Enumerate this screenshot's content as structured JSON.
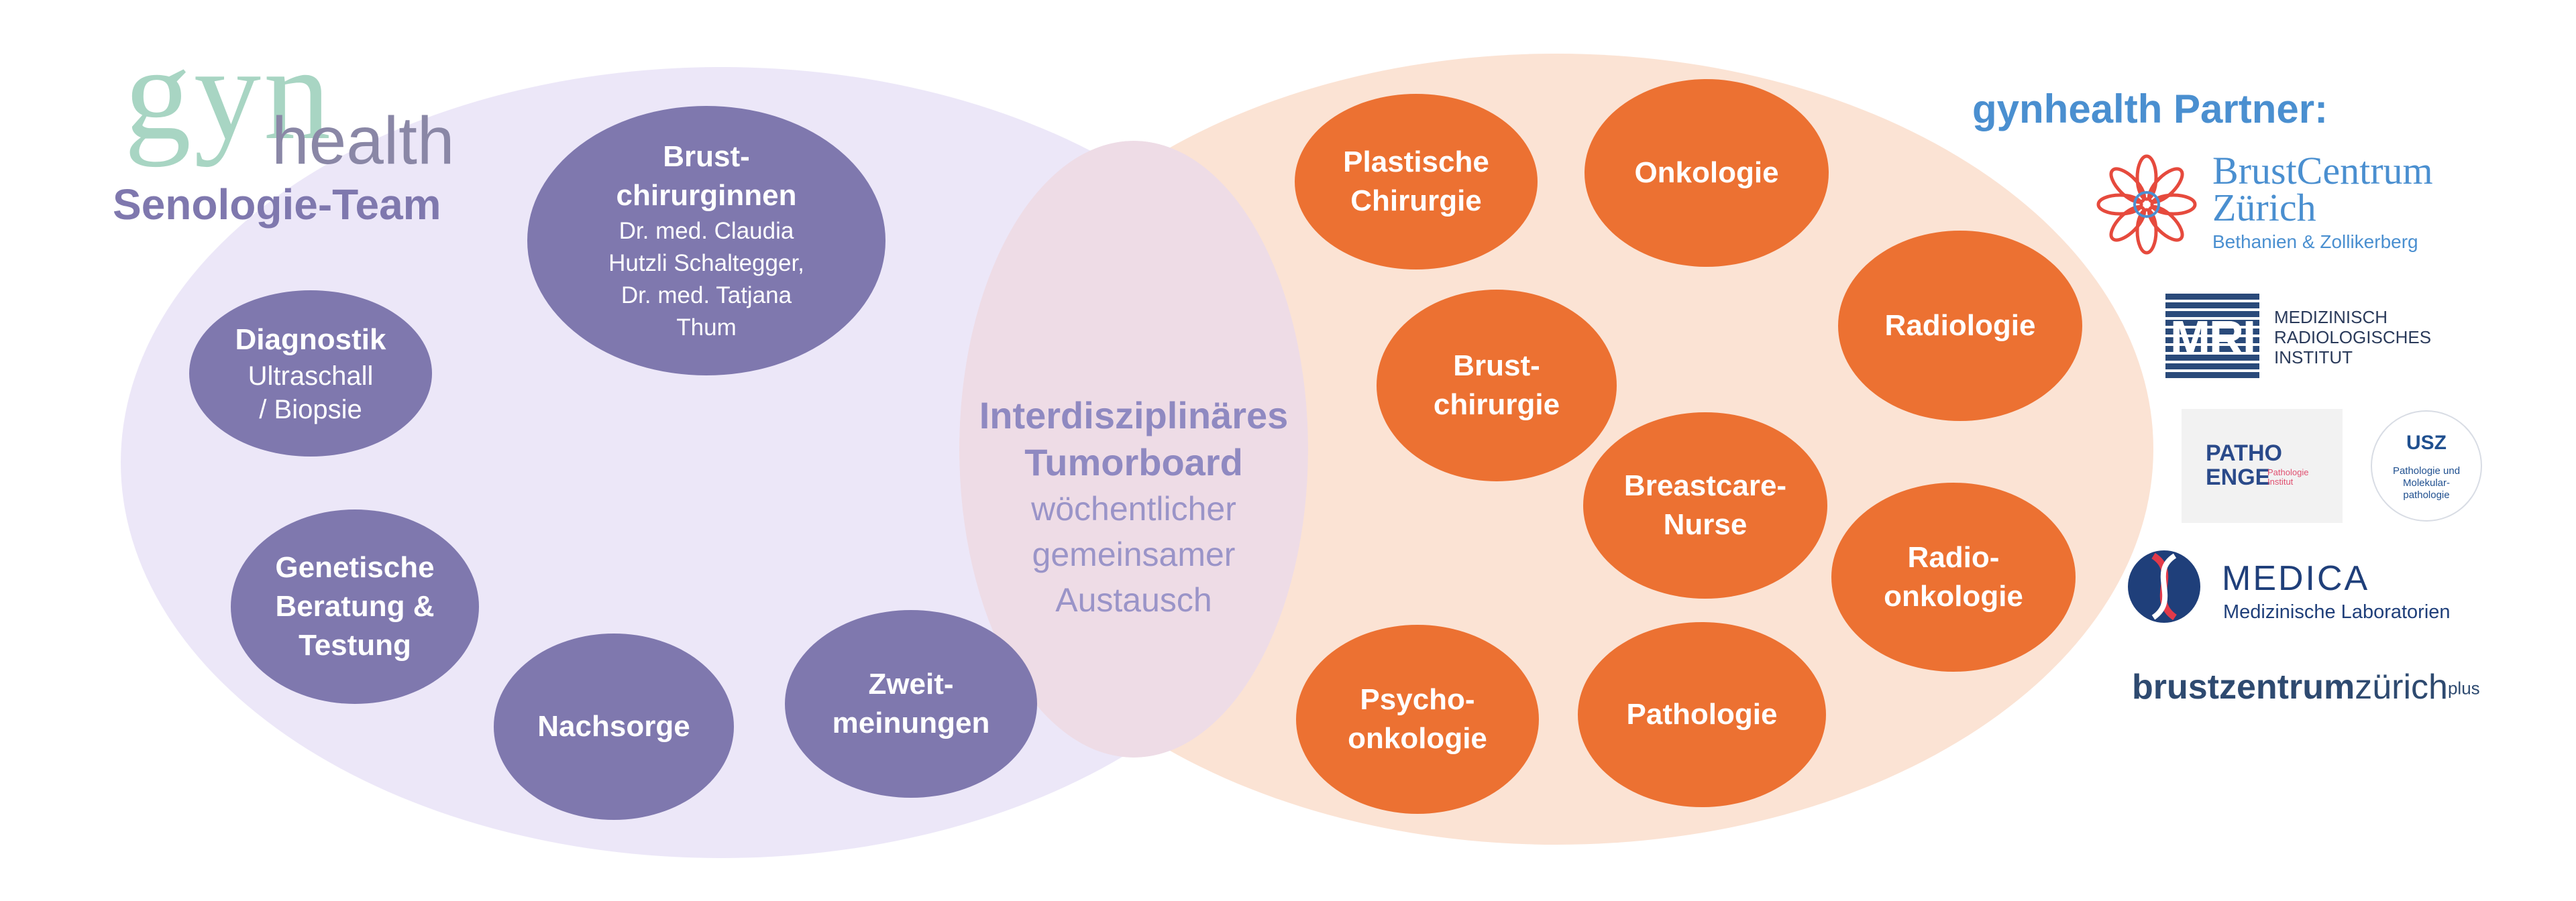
{
  "logo": {
    "gyn": "gyn",
    "health": "health",
    "team": "Senologie-Team"
  },
  "center": {
    "heading_line1": "Interdisziplinäres",
    "heading_line2": "Tumorboard",
    "sub_line1": "wöchentlicher",
    "sub_line2": "gemeinsamer",
    "sub_line3": "Austausch"
  },
  "left_nodes": {
    "brustchirurginnen": {
      "line1": "Brust-",
      "line2": "chirurginnen",
      "sub1": "Dr. med. Claudia",
      "sub2": "Hutzli Schaltegger,",
      "sub3": "Dr. med. Tatjana",
      "sub4": "Thum"
    },
    "diagnostik": {
      "line1": "Diagnostik",
      "sub1": "Ultraschall",
      "sub2": "/ Biopsie"
    },
    "genetische": {
      "line1": "Genetische",
      "line2": "Beratung &",
      "line3": "Testung"
    },
    "nachsorge": {
      "line1": "Nachsorge"
    },
    "zweitmeinungen": {
      "line1": "Zweit-",
      "line2": "meinungen"
    }
  },
  "right_nodes": {
    "plastische": {
      "line1": "Plastische",
      "line2": "Chirurgie"
    },
    "onkologie": {
      "line1": "Onkologie"
    },
    "radiologie": {
      "line1": "Radiologie"
    },
    "brustchirurgie": {
      "line1": "Brust-",
      "line2": "chirurgie"
    },
    "breastcare": {
      "line1": "Breastcare-",
      "line2": "Nurse"
    },
    "radioonkologie": {
      "line1": "Radio-",
      "line2": "onkologie"
    },
    "psychoonkologie": {
      "line1": "Psycho-",
      "line2": "onkologie"
    },
    "pathologie": {
      "line1": "Pathologie"
    }
  },
  "partners": {
    "title": "gynhealth Partner:",
    "brustcentrum": {
      "line1": "BrustCentrum",
      "line2": "Zürich",
      "line3": "Bethanien & Zollikerberg"
    },
    "mri": {
      "mark": "MRI",
      "line1": "MEDIZINISCH",
      "line2": "RADIOLOGISCHES",
      "line3": "INSTITUT"
    },
    "pathoenge": {
      "line1": "PATHO",
      "line2": "ENGE",
      "small1": "Pathologie",
      "small2": "Institut"
    },
    "usz": {
      "mark": "USZ",
      "line1": "Pathologie und",
      "line2": "Molekular-",
      "line3": "pathologie"
    },
    "medica": {
      "name": "MEDICA",
      "sub": "Medizinische Laboratorien"
    },
    "brustzentrum": {
      "part1": "brustzentrum",
      "part2": "zürich",
      "sup": "plus"
    }
  },
  "colors": {
    "purple_node": "#7f78ae",
    "orange_node": "#ec7132",
    "left_ellipse": "#ece7f8",
    "right_ellipse": "#fbe3d4",
    "partner_title": "#4a8fd0",
    "team_text": "#7f78ae"
  }
}
